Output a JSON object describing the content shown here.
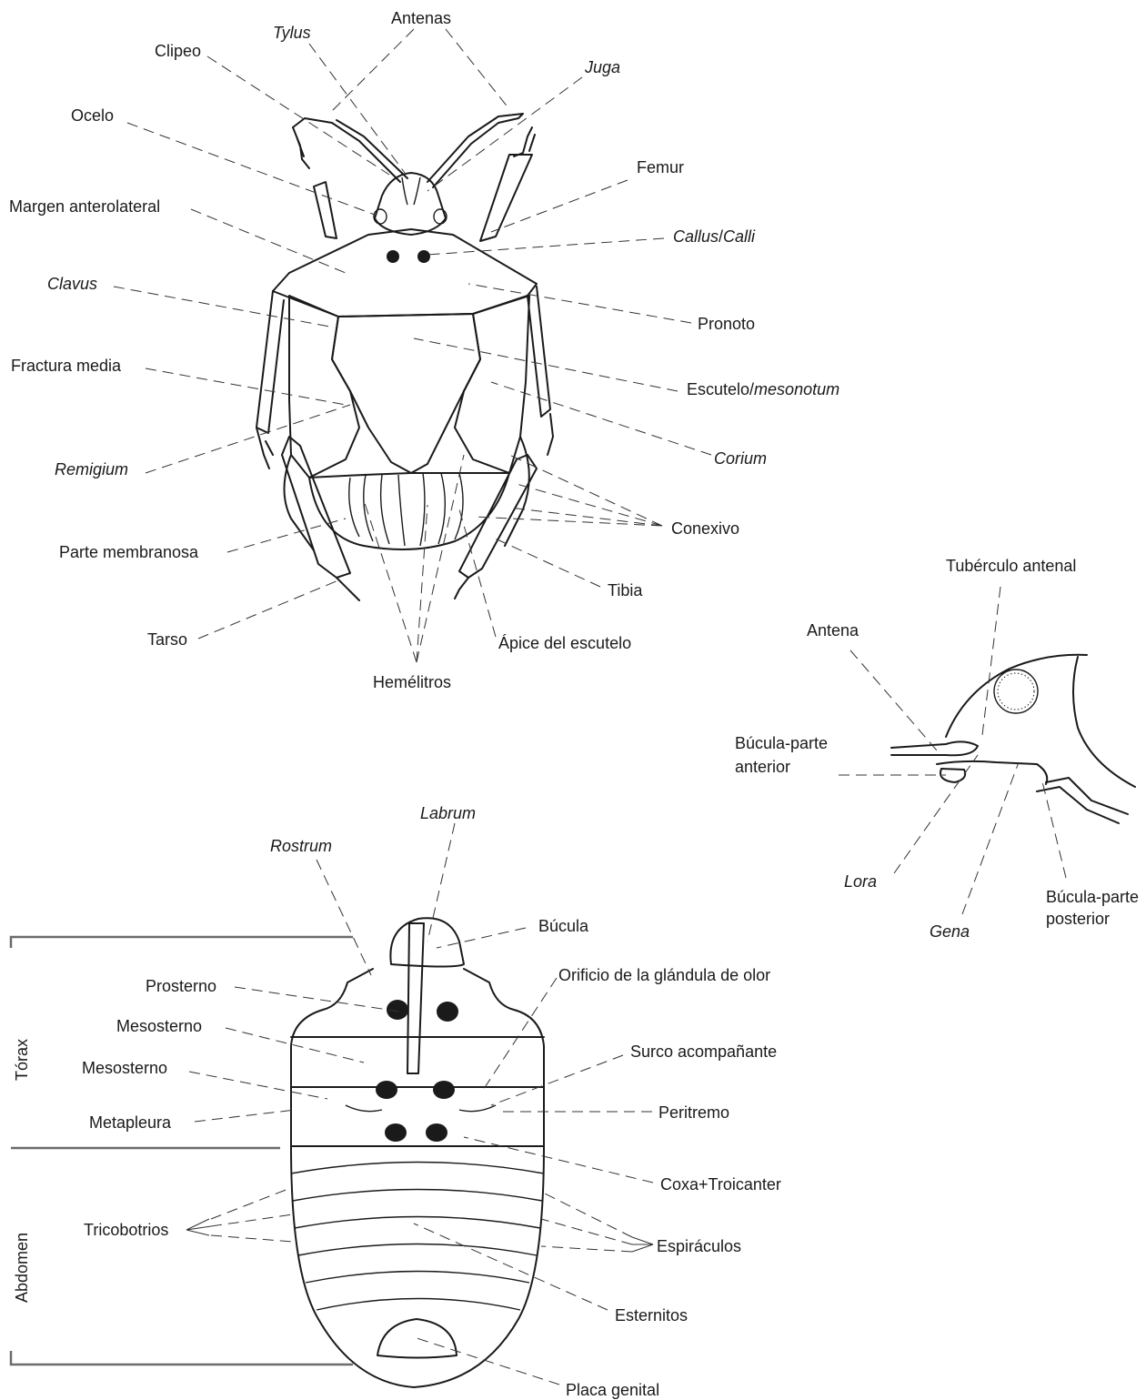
{
  "dorsal_labels": {
    "antenas": "Antenas",
    "tylus": "Tylus",
    "clipeo": "Clipeo",
    "juga": "Juga",
    "ocelo": "Ocelo",
    "femur": "Femur",
    "margen_anterolateral": "Margen anterolateral",
    "callus": "Callus",
    "callus_sep": "/",
    "calli": "Calli",
    "clavus": "Clavus",
    "pronoto": "Pronoto",
    "fractura_media": "Fractura media",
    "escutelo": "Escutelo/",
    "mesonotum": "mesonotum",
    "remigium": "Remigium",
    "corium": "Corium",
    "conexivo": "Conexivo",
    "parte_membranosa": "Parte membranosa",
    "tibia": "Tibia",
    "tarso": "Tarso",
    "apice_escutelo": "Ápice del escutelo",
    "hemelitros": "Hemélitros"
  },
  "head_labels": {
    "tuberculo_antenal": "Tubérculo antenal",
    "antena": "Antena",
    "bucula_anterior_1": "Búcula-parte",
    "bucula_anterior_2": "anterior",
    "lora": "Lora",
    "gena": "Gena",
    "bucula_posterior_1": "Búcula-parte",
    "bucula_posterior_2": "posterior"
  },
  "ventral_labels": {
    "labrum": "Labrum",
    "rostrum": "Rostrum",
    "bucula": "Búcula",
    "prosterno": "Prosterno",
    "orificio": "Orificio de la glándula de olor",
    "mesosterno_1": "Mesosterno",
    "surco": "Surco acompañante",
    "mesosterno_2": "Mesosterno",
    "peritremo": "Peritremo",
    "metapleura": "Metapleura",
    "coxa": "Coxa+Troicanter",
    "tricobotrios": "Tricobotrios",
    "espiraculos": "Espiráculos",
    "esternitos": "Esternitos",
    "placa_genital": "Placa genital",
    "torax": "Tórax",
    "abdomen": "Abdomen"
  }
}
